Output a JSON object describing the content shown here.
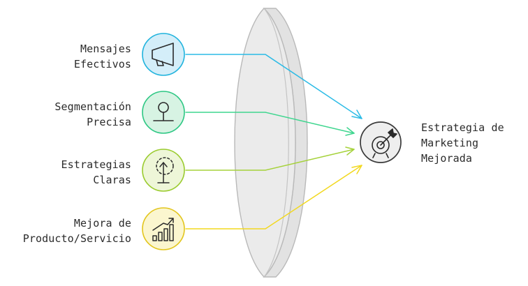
{
  "inputs": [
    {
      "label": "Mensajes\nEfectivos",
      "icon": "megaphone-icon",
      "fill": "#d4eef9",
      "stroke": "#1fb3dd",
      "line": "#2bbbe6"
    },
    {
      "label": "Segmentación\nPrecisa",
      "icon": "pin-icon",
      "fill": "#d7f3e3",
      "stroke": "#2cc783",
      "line": "#3fd68f"
    },
    {
      "label": "Estrategias\nClaras",
      "icon": "growth-sprout-icon",
      "fill": "#eef6d8",
      "stroke": "#9acb2e",
      "line": "#a5d23a"
    },
    {
      "label": "Mejora de\nProducto/Servicio",
      "icon": "rising-chart-icon",
      "fill": "#fbf6cf",
      "stroke": "#e2c51c",
      "line": "#f2d81f"
    }
  ],
  "output": {
    "label": "Estrategia de\nMarketing\nMejorada",
    "icon": "target-icon",
    "fill": "#eeeeee",
    "stroke": "#3a3a3a"
  },
  "lens": {
    "fill": "#e8e8e8",
    "edge": "#bdbdbd"
  }
}
